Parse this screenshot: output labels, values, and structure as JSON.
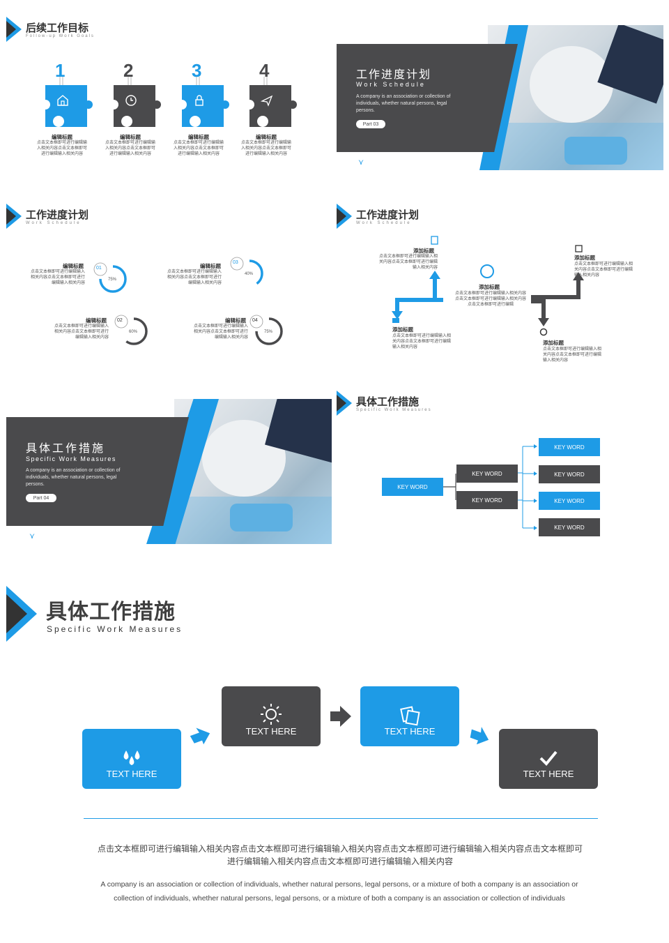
{
  "slide1": {
    "title": "后续工作目标",
    "subtitle": "Follow-up Work Goals",
    "items": [
      {
        "num": "1",
        "heading": "编辑标题",
        "text": "点击文本框即可进行编辑输入相关内容点击文本框即可进行编辑输入相关内容",
        "icon": "home-icon",
        "color": "#1e9be6"
      },
      {
        "num": "2",
        "heading": "编辑标题",
        "text": "点击文本框即可进行编辑输入相关内容点击文本框即可进行编辑输入相关内容",
        "icon": "clock-icon",
        "color": "#4a4a4c"
      },
      {
        "num": "3",
        "heading": "编辑标题",
        "text": "点击文本框即可进行编辑输入相关内容点击文本框即可进行编辑输入相关内容",
        "icon": "lock-icon",
        "color": "#1e9be6"
      },
      {
        "num": "4",
        "heading": "编辑标题",
        "text": "点击文本框即可进行编辑输入相关内容点击文本框即可进行编辑输入相关内容",
        "icon": "send-icon",
        "color": "#4a4a4c"
      }
    ]
  },
  "slide2": {
    "title": "工作进度计划",
    "subtitle": "Work Schedule",
    "desc": "A company is an association or collection of individuals, whether natural persons, legal persons.",
    "part": "Part 03"
  },
  "slide3": {
    "title": "工作进度计划",
    "subtitle": "Work Schedule",
    "items": [
      {
        "num": "01",
        "pct": "75%",
        "value": 0.75,
        "heading": "编辑标题",
        "text": "点击文本框即可进行编辑输入相关内容点击文本框即可进行编辑输入相关内容"
      },
      {
        "num": "03",
        "pct": "40%",
        "value": 0.4,
        "heading": "编辑标题",
        "text": "点击文本框即可进行编辑输入相关内容点击文本框即可进行编辑输入相关内容"
      },
      {
        "num": "02",
        "pct": "60%",
        "value": 0.6,
        "heading": "编辑标题",
        "text": "点击文本框即可进行编辑输入相关内容点击文本框即可进行编辑输入相关内容"
      },
      {
        "num": "04",
        "pct": "75%",
        "value": 0.75,
        "heading": "编辑标题",
        "text": "点击文本框即可进行编辑输入相关内容点击文本框即可进行编辑输入相关内容"
      }
    ]
  },
  "slide4": {
    "title": "工作进度计划",
    "subtitle": "Work Schedule",
    "center": {
      "heading": "添加标题",
      "text": "点击文本框即可进行编辑输入相关内容点击文本框即可进行编辑输入相关内容点击文本框即可进行编辑"
    },
    "top_left": {
      "heading": "添加标题",
      "text": "点击文本框即可进行编辑输入相关内容点击文本框即可进行编辑输入相关内容"
    },
    "bottom_left": {
      "heading": "添加标题",
      "text": "点击文本框即可进行编辑输入相关内容点击文本框即可进行编辑输入相关内容"
    },
    "top_right": {
      "heading": "添加标题",
      "text": "点击文本框即可进行编辑输入相关内容点击文本框即可进行编辑输入相关内容"
    },
    "bottom_right": {
      "heading": "添加标题",
      "text": "点击文本框即可进行编辑输入相关内容点击文本框即可进行编辑输入相关内容"
    }
  },
  "slide5": {
    "title": "具体工作措施",
    "subtitle": "Specific Work Measures",
    "desc": "A company is an association or collection of individuals, whether natural persons, legal persons.",
    "part": "Part 04"
  },
  "slide6": {
    "title": "具体工作措施",
    "subtitle": "Specific Work Measures",
    "root": "KEY WORD",
    "mid": [
      "KEY WORD",
      "KEY WORD"
    ],
    "leaves": [
      "KEY WORD",
      "KEY WORD",
      "KEY WORD",
      "KEY WORD"
    ]
  },
  "slide7": {
    "title": "具体工作措施",
    "subtitle": "Specific Work Measures",
    "steps": [
      {
        "label": "TEXT HERE",
        "icon": "water-drops-icon"
      },
      {
        "label": "TEXT HERE",
        "icon": "sun-icon"
      },
      {
        "label": "TEXT HERE",
        "icon": "cards-icon"
      },
      {
        "label": "TEXT HERE",
        "icon": "checkmark-icon"
      }
    ],
    "cn_text": "点击文本框即可进行编辑输入相关内容点击文本框即可进行编辑输入相关内容点击文本框即可进行编辑输入相关内容点击文本框即可进行编辑输入相关内容点击文本框即可进行编辑输入相关内容",
    "en_text": "A company is an association or collection of individuals, whether natural persons, legal persons, or a mixture of both a company is an association or collection of individuals, whether natural persons, legal persons, or a mixture of both a company is an association or collection of individuals"
  },
  "colors": {
    "accent": "#1e9be6",
    "dark": "#4a4a4c",
    "text": "#3f3f3f"
  }
}
